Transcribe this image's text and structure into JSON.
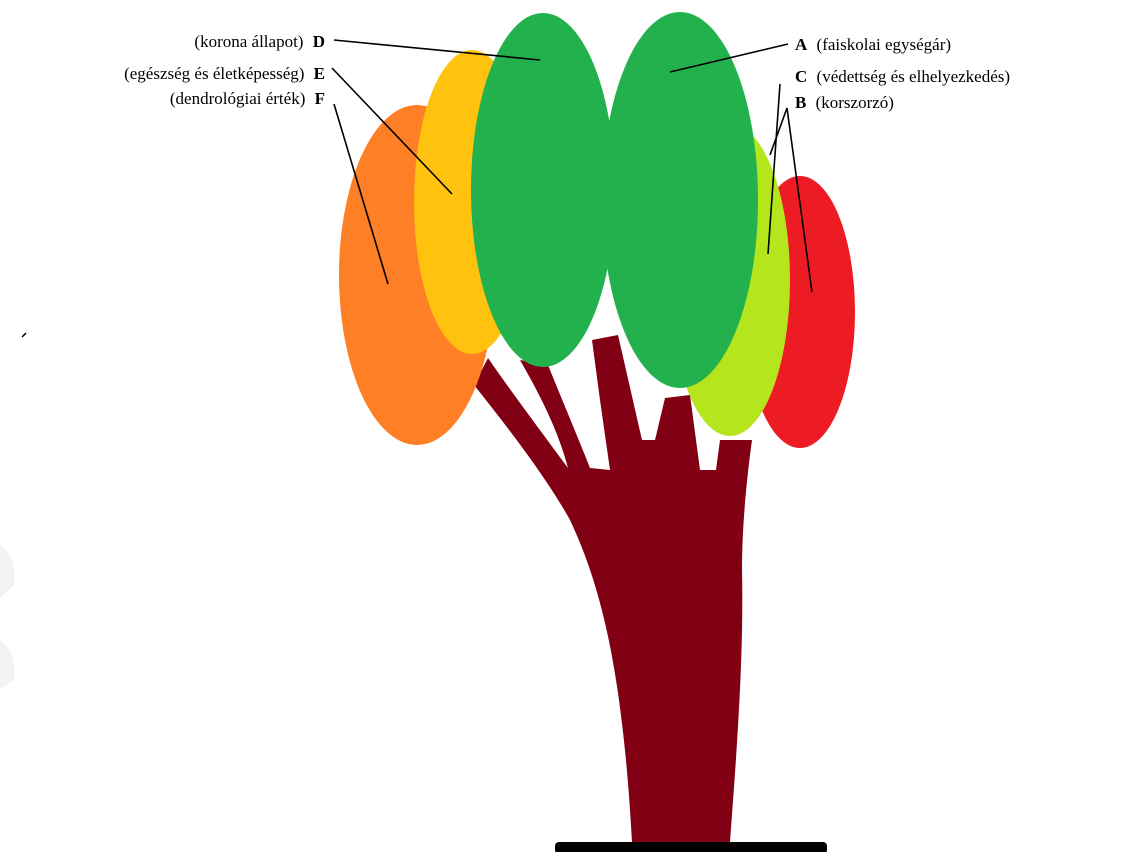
{
  "labels": {
    "A": {
      "letter": "A",
      "text": "(faiskolai egységár)"
    },
    "B": {
      "letter": "B",
      "text": "(korszorzó)"
    },
    "C": {
      "letter": "C",
      "text": "(védettség és elhelyezkedés)"
    },
    "D": {
      "letter": "D",
      "text": "(korona állapot)"
    },
    "E": {
      "letter": "E",
      "text": "(egészség és életképesség)"
    },
    "F": {
      "letter": "F",
      "text": "(dendrológiai érték)"
    }
  },
  "colors": {
    "trunk": "#820014",
    "crown_green": "#22b14c",
    "crown_yellow": "#ffc20e",
    "crown_orange": "#ff7f27",
    "crown_lime": "#b5e61d",
    "crown_red": "#ed1c24",
    "base": "#000000",
    "leader": "#000000"
  }
}
